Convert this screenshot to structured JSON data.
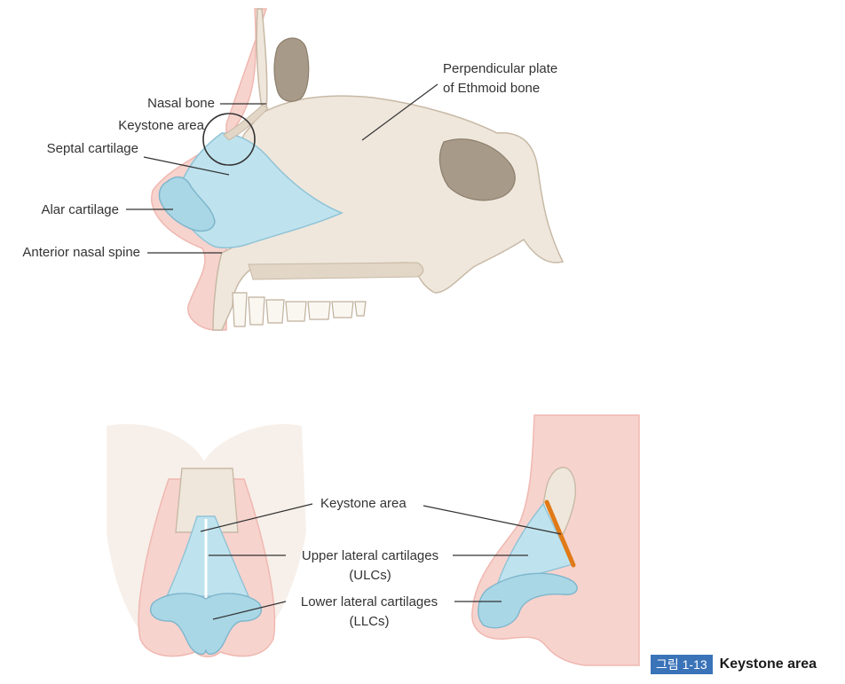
{
  "top_diagram": {
    "nasal_bone": "Nasal bone",
    "keystone_area": "Keystone area",
    "septal_cartilage": "Septal cartilage",
    "alar_cartilage": "Alar cartilage",
    "anterior_nasal_spine": "Anterior nasal spine",
    "perpendicular_plate_line1": "Perpendicular plate",
    "perpendicular_plate_line2": "of Ethmoid bone"
  },
  "bottom_diagram": {
    "keystone_area": "Keystone area",
    "ulc_line1": "Upper lateral cartilages",
    "ulc_line2": "(ULCs)",
    "llc_line1": "Lower lateral cartilages",
    "llc_line2": "(LLCs)"
  },
  "caption": {
    "tag": "그림 1-13",
    "title": "Keystone area"
  },
  "colors": {
    "bone": "#efe7dc",
    "bone_outline": "#c8b9a6",
    "skin": "#f7d3ce",
    "cartilage": "#bfe3ee",
    "keystone_highlight": "#e07a18",
    "caption_tag": "#3a73b8"
  }
}
